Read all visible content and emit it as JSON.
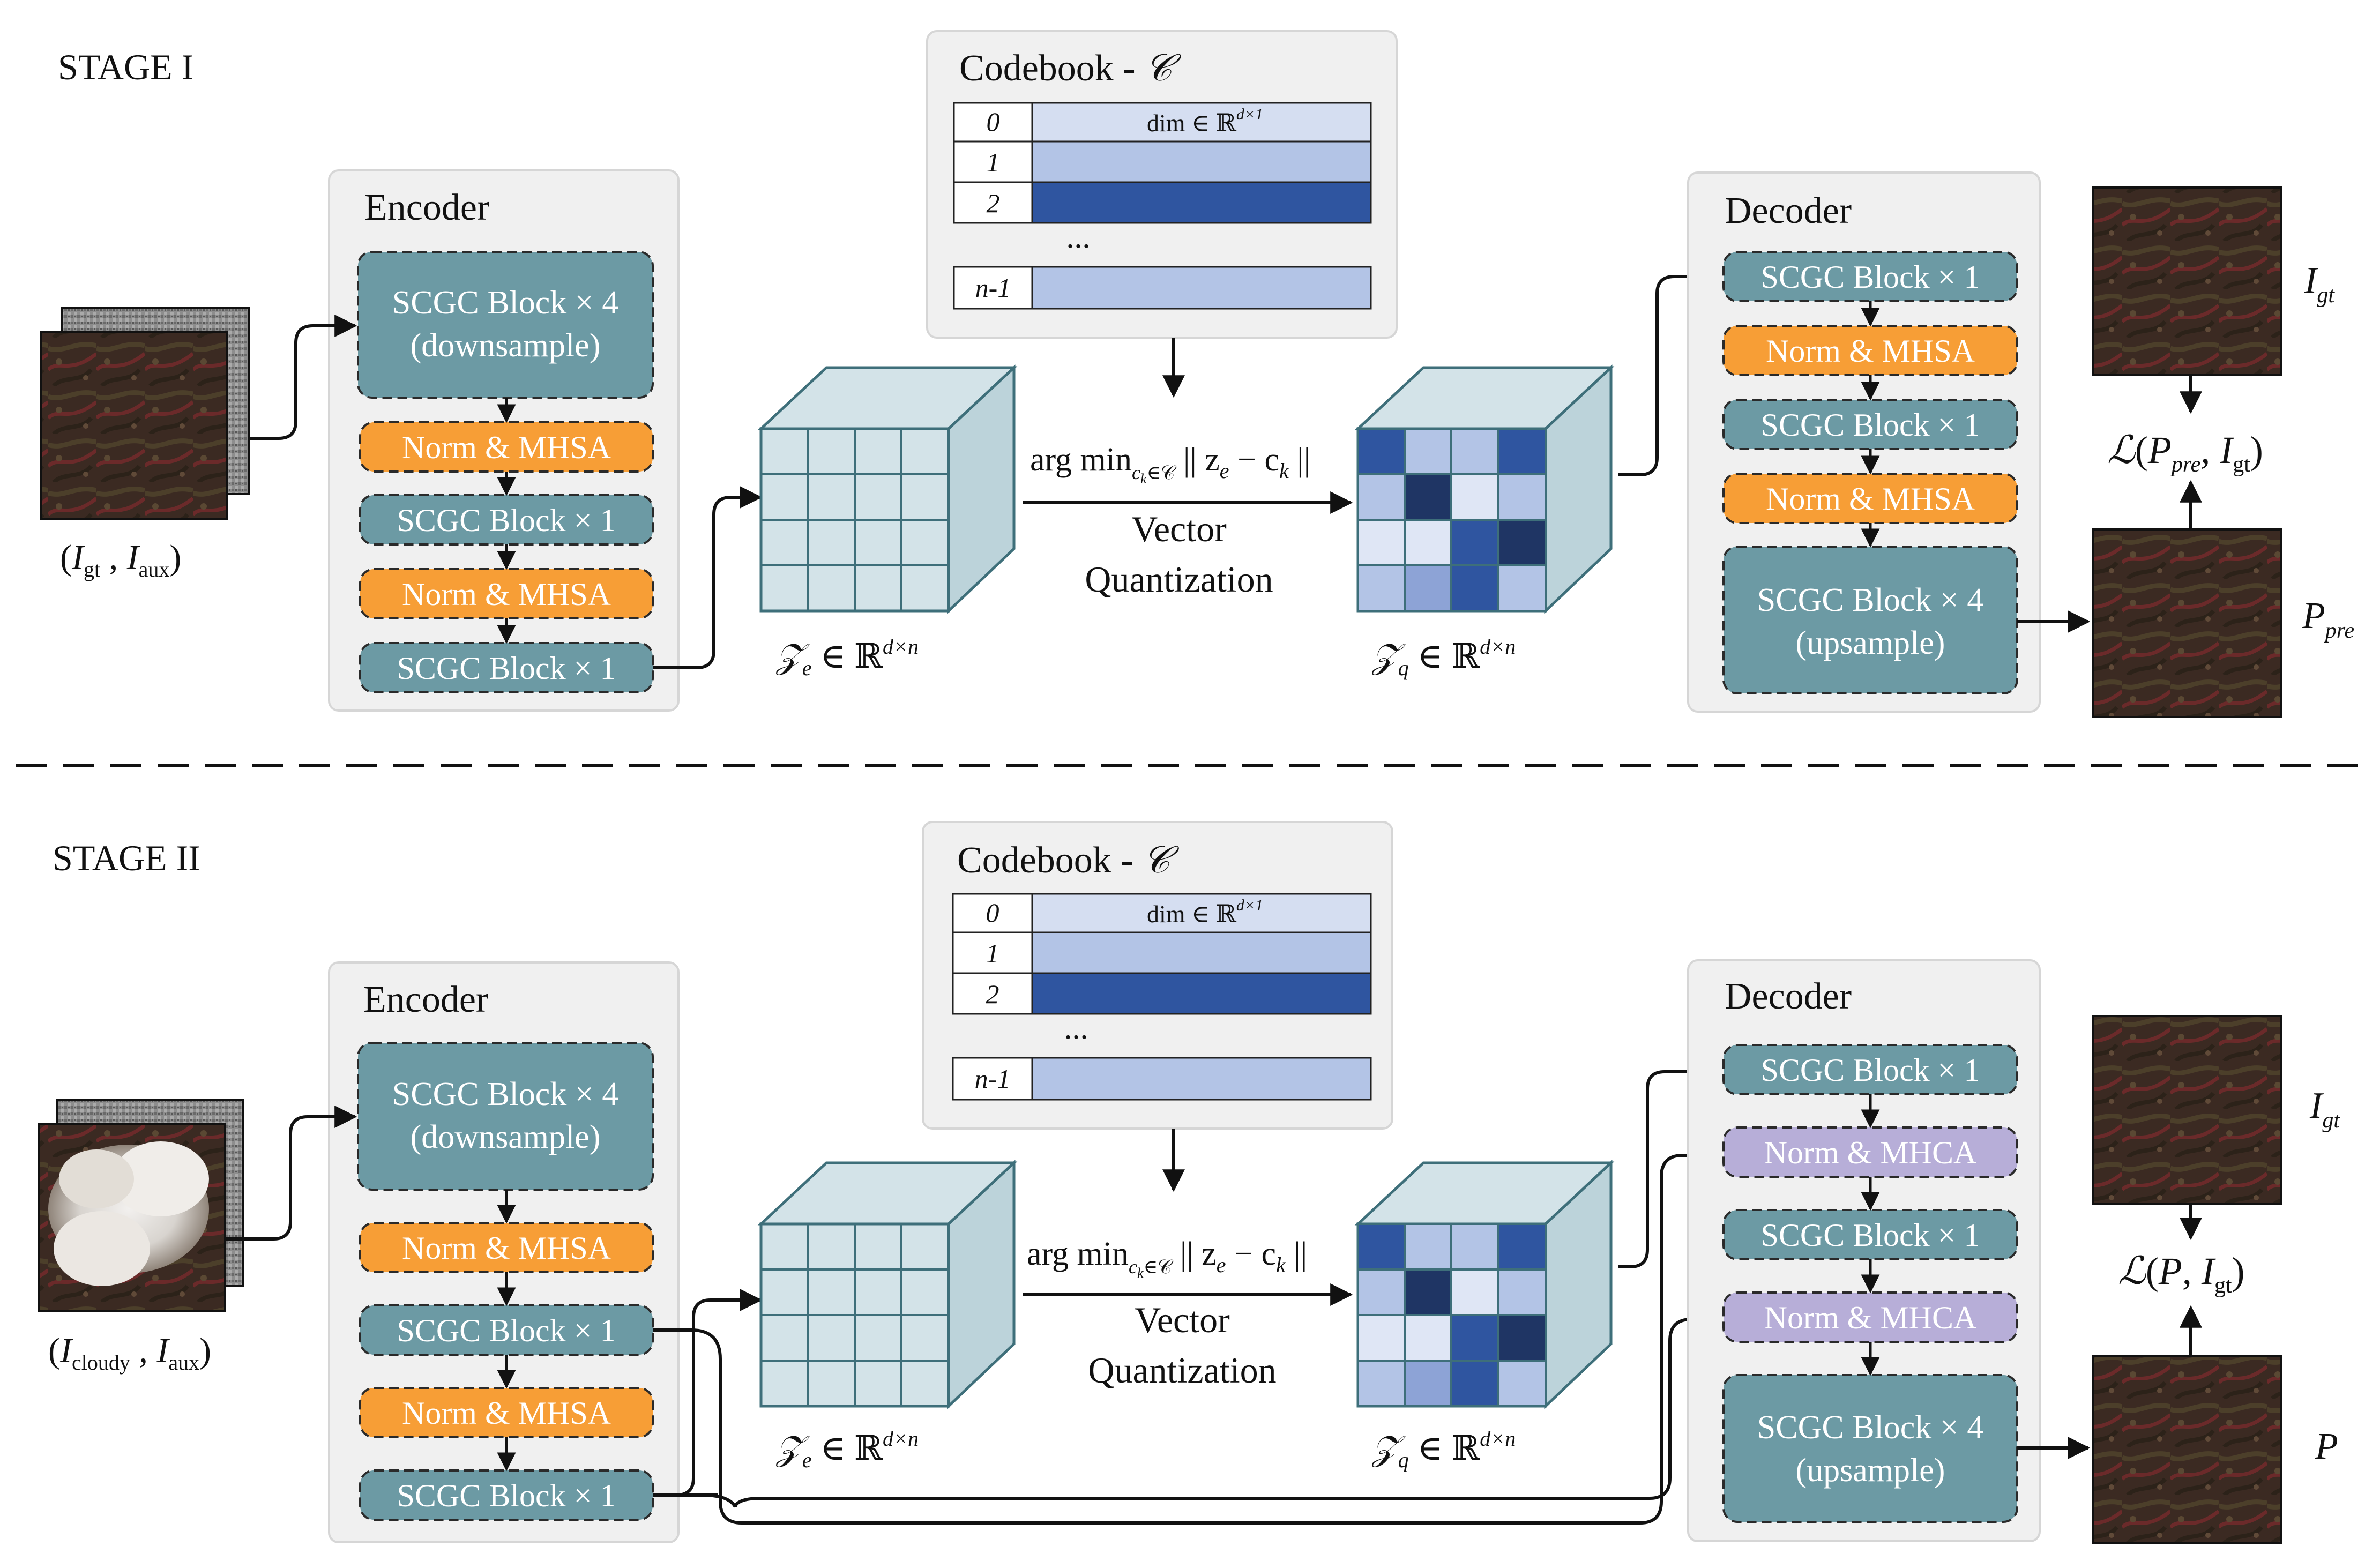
{
  "stage1": {
    "title": "STAGE I",
    "encoder": {
      "title": "Encoder",
      "blocks": [
        "SCGC Block × 4",
        "(downsample)",
        "Norm & MHSA",
        "SCGC Block × 1",
        "Norm & MHSA",
        "SCGC Block × 1"
      ]
    },
    "decoder": {
      "title": "Decoder",
      "blocks": [
        "SCGC Block × 1",
        "Norm & MHSA",
        "SCGC Block × 1",
        "Norm & MHSA",
        "SCGC Block × 4",
        "(upsample)"
      ]
    },
    "input_label": {
      "open": "(",
      "I": "I",
      "gt": "gt",
      "comma": " , ",
      "I2": "I",
      "aux": "aux",
      "close": ")"
    },
    "output_labels": {
      "gt_I": "I",
      "gt_sub": "gt",
      "pre_P": "P",
      "pre_sub": "pre"
    },
    "loss": {
      "L": "ℒ",
      "open": "(",
      "P": "P",
      "psub": "pre",
      "comma": ", ",
      "I": "I",
      "isub": "gt",
      "close": ")"
    }
  },
  "stage2": {
    "title": "STAGE II",
    "encoder": {
      "title": "Encoder",
      "blocks": [
        "SCGC Block × 4",
        "(downsample)",
        "Norm & MHSA",
        "SCGC Block × 1",
        "Norm & MHSA",
        "SCGC Block × 1"
      ]
    },
    "decoder": {
      "title": "Decoder",
      "blocks": [
        "SCGC Block × 1",
        "Norm & MHCA",
        "SCGC Block × 1",
        "Norm & MHCA",
        "SCGC Block × 4",
        "(upsample)"
      ]
    },
    "input_label": {
      "open": "(",
      "I": "I",
      "cloudy": "cloudy",
      "comma": " , ",
      "I2": "I",
      "aux": "aux",
      "close": ")"
    },
    "output_labels": {
      "gt_I": "I",
      "gt_sub": "gt",
      "P": "P"
    },
    "loss": {
      "L": "ℒ",
      "open": "(",
      "P": "P",
      "comma": ", ",
      "I": "I",
      "isub": "gt",
      "close": ")"
    }
  },
  "codebook": {
    "title": "Codebook - ",
    "title_symbol": "𝒞",
    "rows": [
      {
        "index": "0",
        "level": "light"
      },
      {
        "index": "1",
        "level": "mid"
      },
      {
        "index": "2",
        "level": "dark"
      },
      {
        "index": "n-1",
        "level": "mid"
      }
    ],
    "row0_text": "dim ∈ ℝ",
    "row0_sup": "d×1",
    "ellipsis": "..."
  },
  "vq": {
    "argmin": "arg min",
    "argmin_sub": "c",
    "argmin_sub2": "k",
    "argmin_sub3": "∈𝒞",
    "norm_expr": " || z",
    "norm_e": "e",
    "norm_mid": " − c",
    "norm_k": "k",
    "norm_end": " ||",
    "line1": "Vector",
    "line2": "Quantization"
  },
  "latents": {
    "ze": {
      "Z": "𝒵",
      "sub": "e",
      "rest": " ∈ ℝ",
      "sup": "d×n"
    },
    "zq": {
      "Z": "𝒵",
      "sub": "q",
      "rest": " ∈ ℝ",
      "sup": "d×n"
    }
  },
  "colors": {
    "panel": "#f0f0f0",
    "panel_stroke": "#d6d6d6",
    "scgc": "#6c9aa4",
    "norm_mhsa": "#f79e36",
    "norm_mhca": "#b7aed8",
    "cube_face": "#d3e3e8",
    "cube_side": "#bcd3da",
    "cube_stroke": "#3e6f7a",
    "cb_light": "#d5def1",
    "cb_mid": "#b3c4e6",
    "cb_dark": "#2f55a0",
    "q_dark": "#2f55a0",
    "q_navy": "#1f3564",
    "q_light": "#b3c4e6",
    "q_pale": "#dfe6f5"
  },
  "icons": [
    "satellite-image",
    "cloudy-satellite-image",
    "arrow"
  ]
}
